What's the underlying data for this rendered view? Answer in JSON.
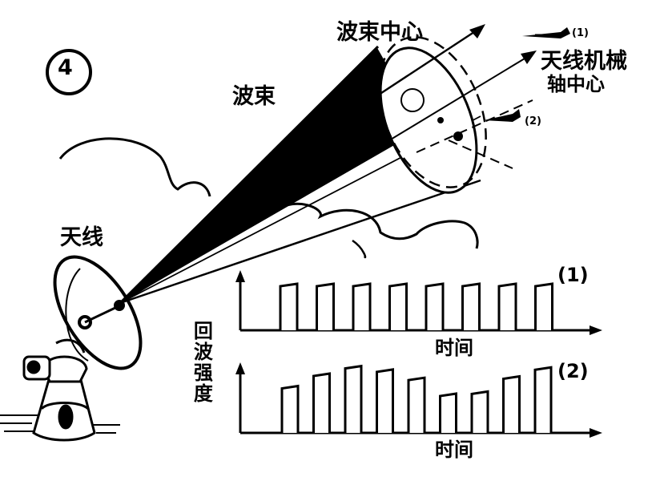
{
  "figure_number": "4",
  "labels": {
    "beam_center": "波束中心",
    "beam": "波束",
    "antenna": "天线",
    "mech_axis_line1": "天线机械",
    "mech_axis_line2": "轴中心",
    "aircraft_1": "(1)",
    "aircraft_2": "(2)",
    "echo_strength": "回波强度",
    "time_top": "时间",
    "time_bottom": "时间",
    "trace_1": "(1)",
    "trace_2": "(2)"
  },
  "chart_data": [
    {
      "type": "bar",
      "name": "(1)",
      "xlabel": "时间",
      "ylabel": "回波强度",
      "values": [
        1,
        1,
        1,
        1,
        1,
        1,
        1,
        1
      ]
    },
    {
      "type": "bar",
      "name": "(2)",
      "xlabel": "时间",
      "ylabel": "回波强度",
      "values": [
        0.68,
        0.86,
        0.97,
        0.92,
        0.8,
        0.57,
        0.6,
        0.82,
        0.95
      ]
    }
  ]
}
